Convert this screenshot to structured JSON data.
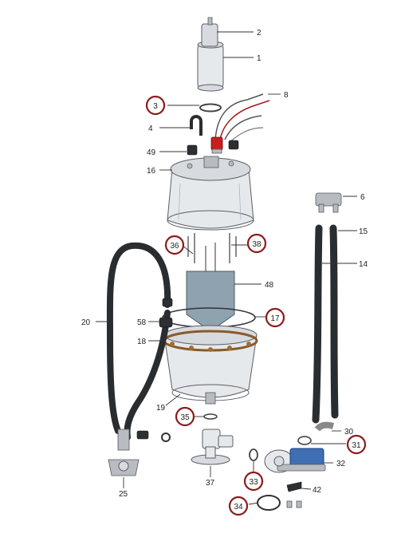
{
  "labels": {
    "p1": "1",
    "p2": "2",
    "p3": "3",
    "p4": "4",
    "p6": "6",
    "p8": "8",
    "p14": "14",
    "p15": "15",
    "p16": "16",
    "p17": "17",
    "p18": "18",
    "p19": "19",
    "p20": "20",
    "p25": "25",
    "p30": "30",
    "p31": "31",
    "p32": "32",
    "p33": "33",
    "p34": "34",
    "p35": "35",
    "p36": "36",
    "p37": "37",
    "p38": "38",
    "p42": "42",
    "p48": "48",
    "p49": "49",
    "p58": "58"
  },
  "colors": {
    "callout_ring": "#8b1b1b",
    "hose": "#2a2d30",
    "electrode_plate": "#8fa2b0",
    "housing_glass": "#e6e9ec",
    "heater_red": "#c81e1e",
    "pump_blue": "#3f6fb3"
  }
}
